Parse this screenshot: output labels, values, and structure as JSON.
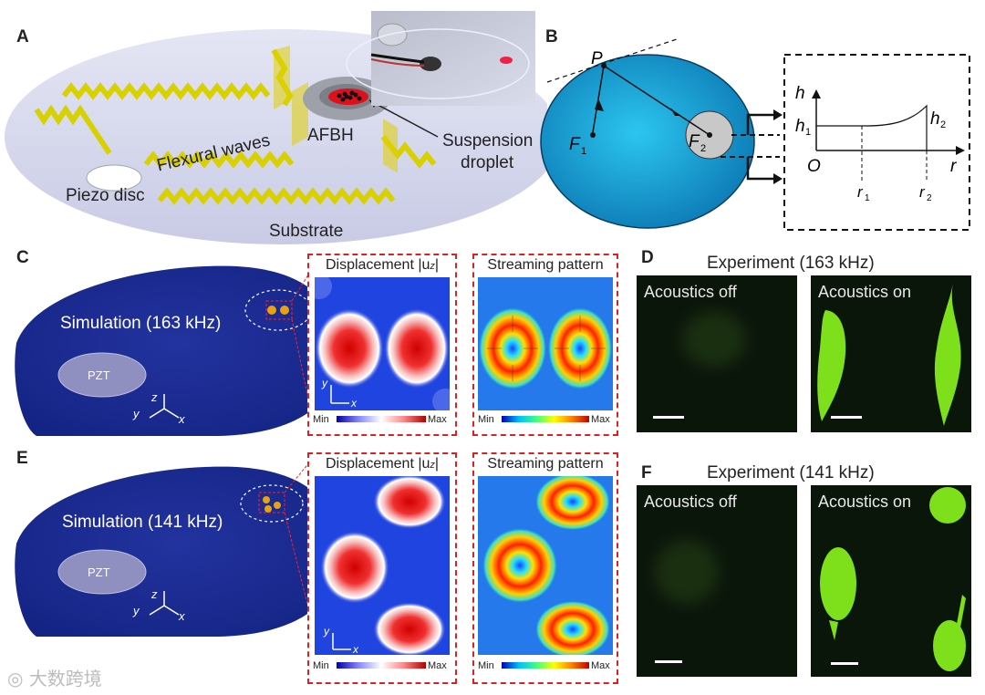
{
  "panels": {
    "A": {
      "letter": "A",
      "labels": {
        "piezo": "Piezo disc",
        "waves": "Flexural waves",
        "afbh": "AFBH",
        "suspension": "Suspension",
        "droplet": "droplet",
        "substrate": "Substrate"
      }
    },
    "B": {
      "letter": "B",
      "labels": {
        "p": "P",
        "f1": "F",
        "f1_sub": "1",
        "f2": "F",
        "f2_sub": "2",
        "h": "h",
        "h1": "h",
        "h1_sub": "1",
        "h2": "h",
        "h2_sub": "2",
        "origin": "O",
        "r": "r",
        "r1": "r",
        "r1_sub": "1",
        "r2": "r",
        "r2_sub": "2"
      }
    },
    "C": {
      "letter": "C",
      "sim_label": "Simulation (163 kHz)",
      "pzt": "PZT",
      "axes": {
        "x": "x",
        "y": "y",
        "z": "z"
      },
      "displacement_title": "Displacement |u",
      "displacement_sub": "z",
      "displacement_end": "|",
      "streaming_title": "Streaming pattern",
      "min": "Min",
      "max": "Max"
    },
    "D": {
      "letter": "D",
      "title": "Experiment (163 kHz)",
      "off": "Acoustics off",
      "on": "Acoustics on"
    },
    "E": {
      "letter": "E",
      "sim_label": "Simulation (141 kHz)",
      "pzt": "PZT",
      "axes": {
        "x": "x",
        "y": "y",
        "z": "z"
      },
      "displacement_title": "Displacement |u",
      "displacement_sub": "z",
      "displacement_end": "|",
      "streaming_title": "Streaming pattern",
      "min": "Min",
      "max": "Max"
    },
    "F": {
      "letter": "F",
      "title": "Experiment (141 kHz)",
      "off": "Acoustics off",
      "on": "Acoustics on"
    }
  },
  "watermark": "大数跨境",
  "colors": {
    "plate_blue": "#1a2f9e",
    "ellipse_blue": "#1aa3d6",
    "fluor_green": "#7ee01a",
    "frame_red": "#e02020"
  }
}
